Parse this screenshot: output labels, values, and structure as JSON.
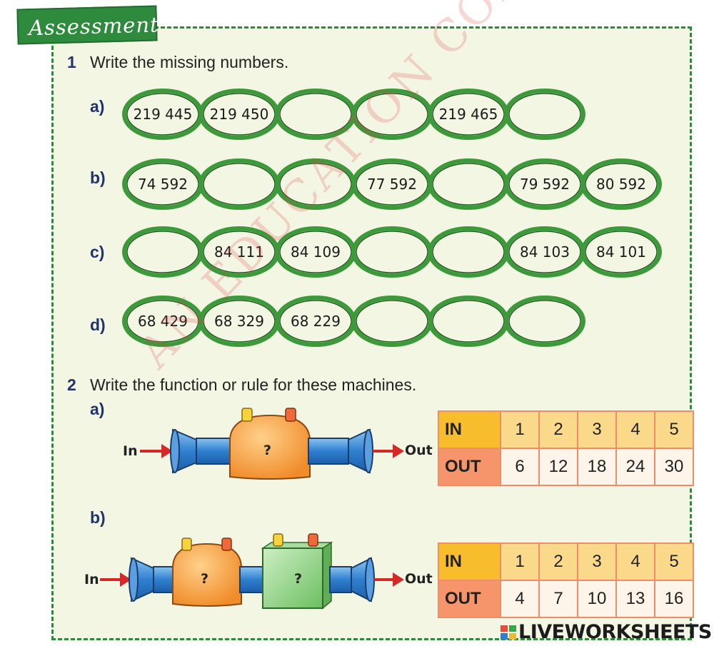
{
  "header": {
    "tag": "Assessment"
  },
  "q1": {
    "number": "1",
    "text": "Write the missing numbers.",
    "rows": [
      {
        "label": "a)",
        "cells": [
          "219 445",
          "219 450",
          "",
          "",
          "219 465",
          ""
        ]
      },
      {
        "label": "b)",
        "cells": [
          "74 592",
          "",
          "",
          "77 592",
          "",
          "79 592",
          "80 592"
        ]
      },
      {
        "label": "c)",
        "cells": [
          "",
          "84 111",
          "84 109",
          "",
          "",
          "84 103",
          "84 101"
        ]
      },
      {
        "label": "d)",
        "cells": [
          "68 429",
          "68 329",
          "68 229",
          "",
          "",
          ""
        ]
      }
    ]
  },
  "q2": {
    "number": "2",
    "text": "Write the function or rule for these machines.",
    "a": {
      "label": "a)",
      "in_label": "In",
      "out_label": "Out",
      "machine_symbol": "?",
      "table": {
        "in_header": "IN",
        "out_header": "OUT",
        "in": [
          "1",
          "2",
          "3",
          "4",
          "5"
        ],
        "out": [
          "6",
          "12",
          "18",
          "24",
          "30"
        ]
      }
    },
    "b": {
      "label": "b)",
      "in_label": "In",
      "out_label": "Out",
      "machine1_symbol": "?",
      "machine2_symbol": "?",
      "table": {
        "in_header": "IN",
        "out_header": "OUT",
        "in": [
          "1",
          "2",
          "3",
          "4",
          "5"
        ],
        "out": [
          "4",
          "7",
          "10",
          "13",
          "16"
        ]
      }
    }
  },
  "watermark": "AN EDUCATION CONFIDENTIAL",
  "branding": {
    "text": "LIVEWORKSHEETS"
  },
  "colors": {
    "green": "#2e8b3e",
    "in_header": "#f7bd2c",
    "out_header": "#f6956b",
    "table_border": "#f08c6a"
  }
}
